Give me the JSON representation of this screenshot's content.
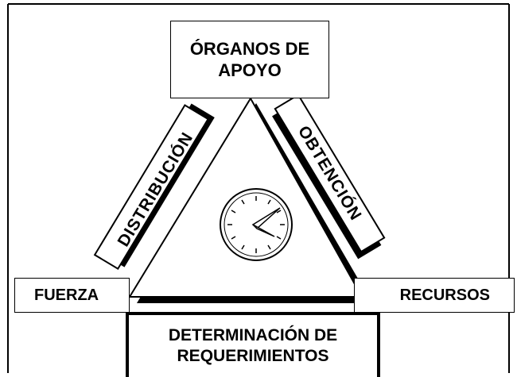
{
  "diagram": {
    "top_box": "ÓRGANOS DE\nAPOYO",
    "left_box": "FUERZA",
    "right_box": "RECURSOS",
    "bottom_box": "DETERMINACIÓN DE\nREQUERIMIENTOS",
    "left_band": "DISTRIBUCIÓN",
    "right_band": "OBTENCIÓN",
    "center_icon": "clock-icon"
  }
}
